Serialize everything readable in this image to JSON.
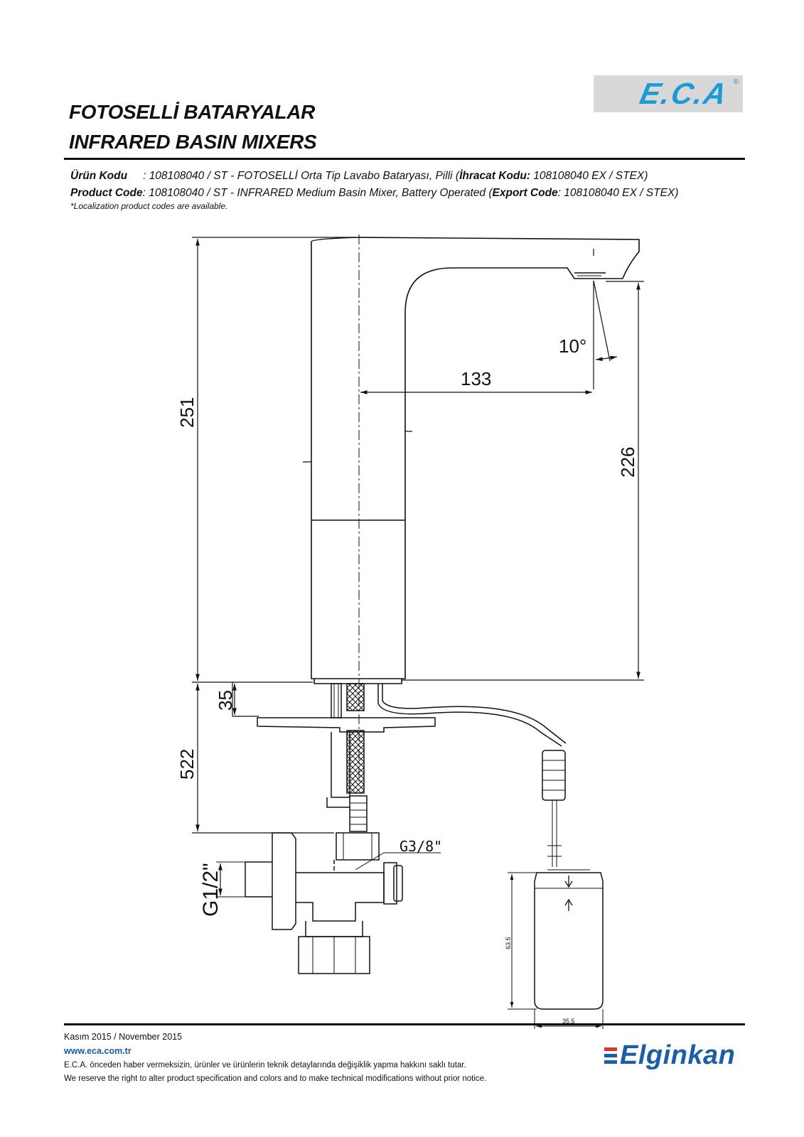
{
  "header": {
    "title_tr": "FOTOSELLİ BATARYALAR",
    "title_en": "INFRARED BASIN MIXERS",
    "brand_logo_text": "E.C.A",
    "brand_registered": "®"
  },
  "product_info": {
    "tr_label": "Ürün Kodu",
    "tr_text": ": 108108040 / ST - FOTOSELLİ Orta Tip Lavabo Bataryası, Pilli (",
    "tr_export_label": "İhracat Kodu:",
    "tr_export_value": " 108108040 EX / STEX)",
    "en_label": "Product Code",
    "en_text": ": 108108040 / ST - INFRARED Medium Basin Mixer, Battery Operated (",
    "en_export_label": "Export Code",
    "en_export_value": ": 108108040 EX / STEX)",
    "note": "*Localization product codes are available."
  },
  "drawing": {
    "dimensions": {
      "total_height": "251",
      "spout_height": "226",
      "spout_reach": "133",
      "sensor_angle": "10°",
      "deck_thickness": "35",
      "hose_length": "522",
      "inlet_thread": "G1/2\"",
      "outlet_thread": "G3/8\"",
      "battery_height": "63.5",
      "battery_width": "35.5"
    }
  },
  "footer": {
    "date": "Kasım 2015 / November 2015",
    "website": "www.eca.com.tr",
    "disclaimer_tr": "E.C.A. önceden haber vermeksizin, ürünler ve ürünlerin teknik detaylarında değişiklik yapma hakkını saklı tutar.",
    "disclaimer_en": "We reserve the right to alter product specification and colors and to make technical modifications without prior notice.",
    "partner_logo_text": "Elginkan",
    "partner_colors": [
      "#e0312b",
      "#1b5ea8"
    ]
  }
}
